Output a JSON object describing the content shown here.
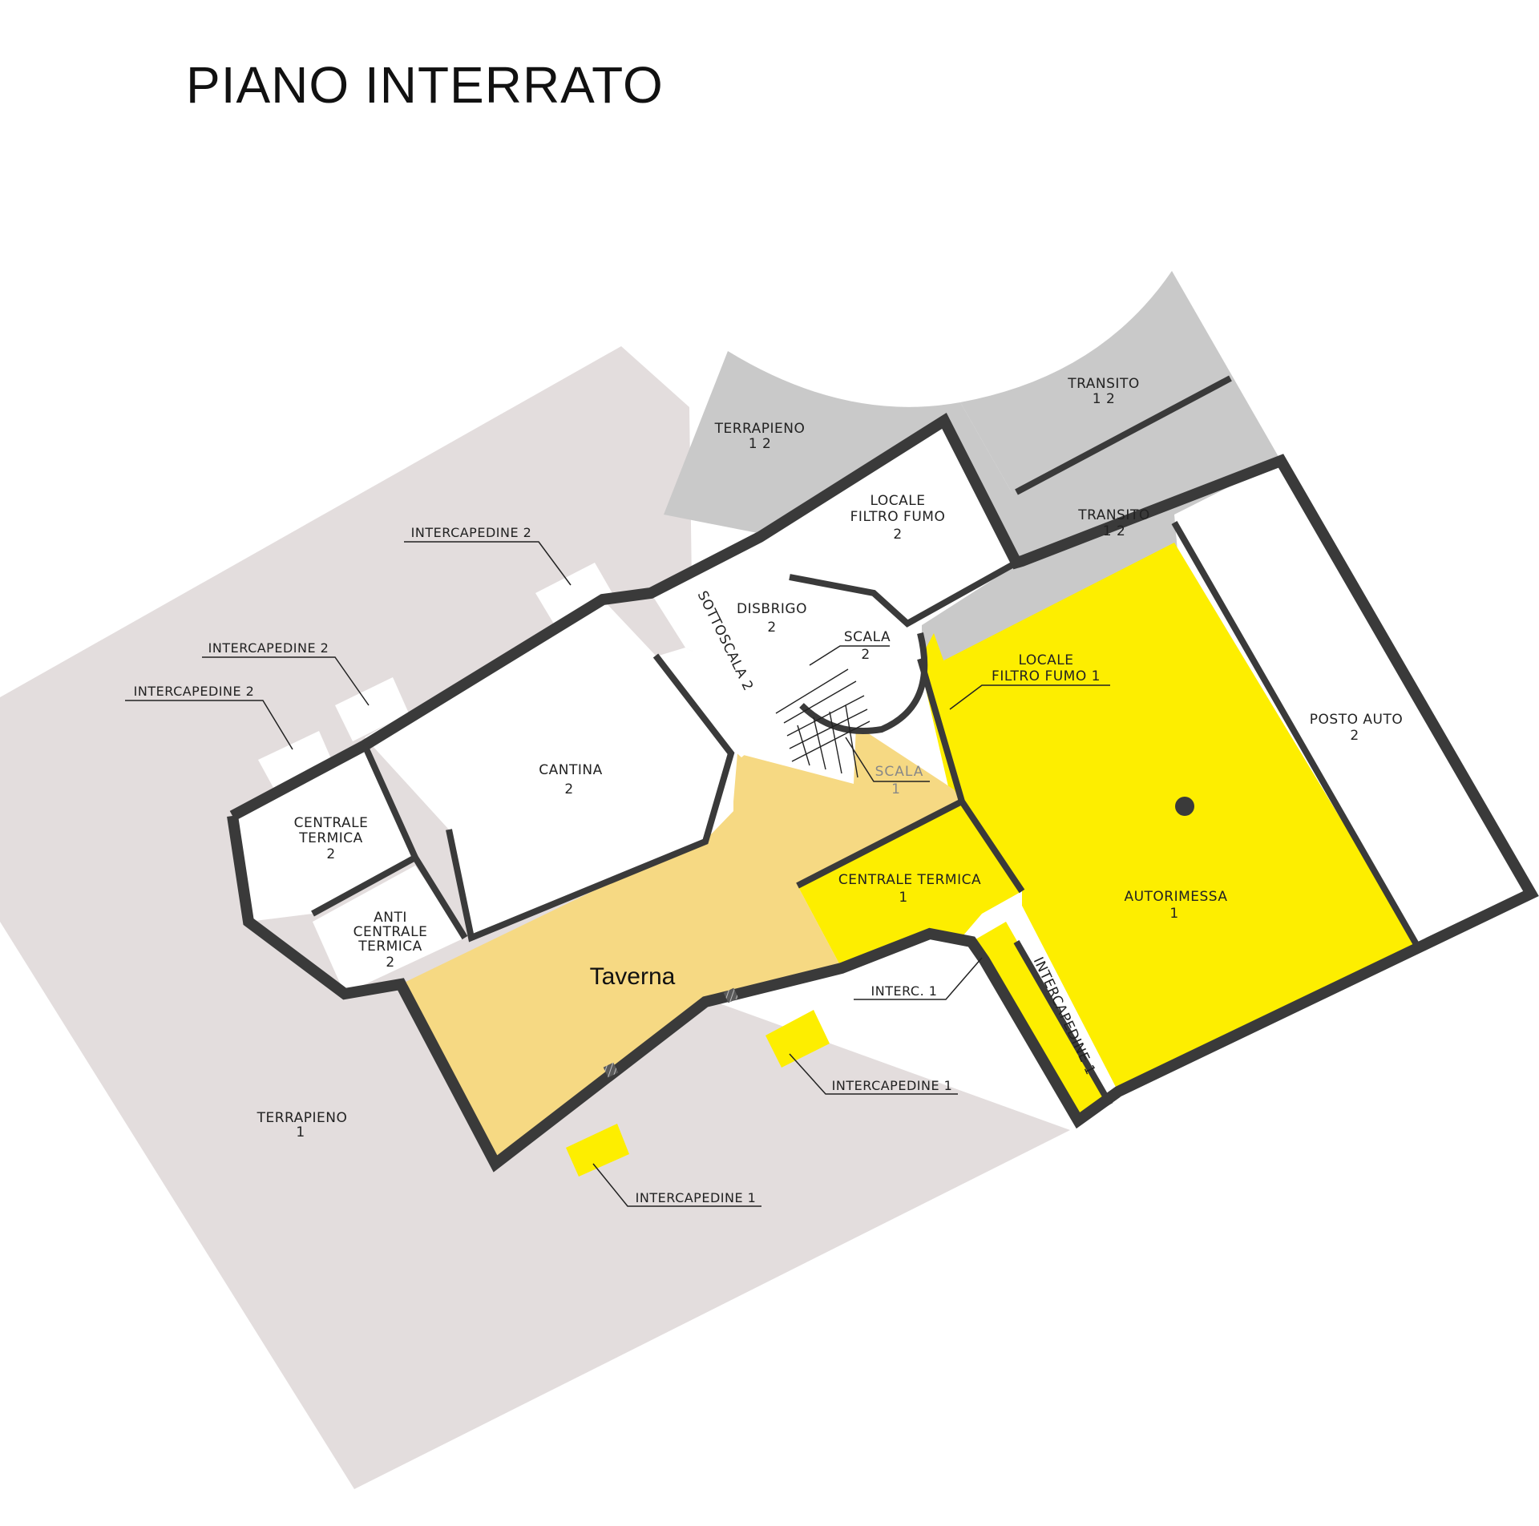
{
  "title": "PIANO INTERRATO",
  "rooms": {
    "terrapieno_1": {
      "name": "TERRAPIENO",
      "number": "1"
    },
    "terrapieno_12": {
      "name": "TERRAPIENO",
      "number": "1 2"
    },
    "transito_12_top": {
      "name": "TRANSITO",
      "number": "1 2"
    },
    "transito_12_mid": {
      "name": "TRANSITO",
      "number": "1 2"
    },
    "locale_filtro_fumo_2": {
      "line1": "LOCALE",
      "line2": "FILTRO FUMO",
      "number": "2"
    },
    "disbrigo_2": {
      "name": "DISBRIGO",
      "number": "2"
    },
    "scala_2": {
      "name": "SCALA",
      "number": "2"
    },
    "sottoscala_2": {
      "name": "SOTTOSCALA 2"
    },
    "cantina_2": {
      "name": "CANTINA",
      "number": "2"
    },
    "centrale_termica_2": {
      "line1": "CENTRALE",
      "line2": "TERMICA",
      "number": "2"
    },
    "anti_centrale_termica_2": {
      "line1": "ANTI",
      "line2": "CENTRALE",
      "line3": "TERMICA",
      "number": "2"
    },
    "scala_1": {
      "name": "SCALA",
      "number": "1"
    },
    "locale_filtro_fumo_1": {
      "line1": "LOCALE",
      "line2": "FILTRO FUMO 1"
    },
    "taverna": {
      "name": "Taverna"
    },
    "centrale_termica_1": {
      "name": "CENTRALE TERMICA",
      "number": "1"
    },
    "autorimessa_1": {
      "name": "AUTORIMESSA",
      "number": "1"
    },
    "posto_auto_2": {
      "name": "POSTO AUTO",
      "number": "2"
    },
    "interc_1": {
      "name": "INTERC. 1"
    },
    "intercapedine_1_vertical": {
      "name": "INTERCAPEDINE 1"
    },
    "intercapedine_1_mid": {
      "name": "INTERCAPEDINE 1"
    },
    "intercapedine_1_bottom": {
      "name": "INTERCAPEDINE 1"
    },
    "intercapedine_2_top": {
      "name": "INTERCAPEDINE 2"
    },
    "intercapedine_2_mid": {
      "name": "INTERCAPEDINE 2"
    },
    "intercapedine_2_left": {
      "name": "INTERCAPEDINE 2"
    }
  },
  "colors": {
    "background": "#ffffff",
    "terrapieno_1": "#e3dddd",
    "grey_zone": "#c9c9c9",
    "taverna": "#f6d983",
    "unit_1_yellow": "#fdee00",
    "room_white": "#ffffff",
    "wall": "#3a3a3a"
  }
}
